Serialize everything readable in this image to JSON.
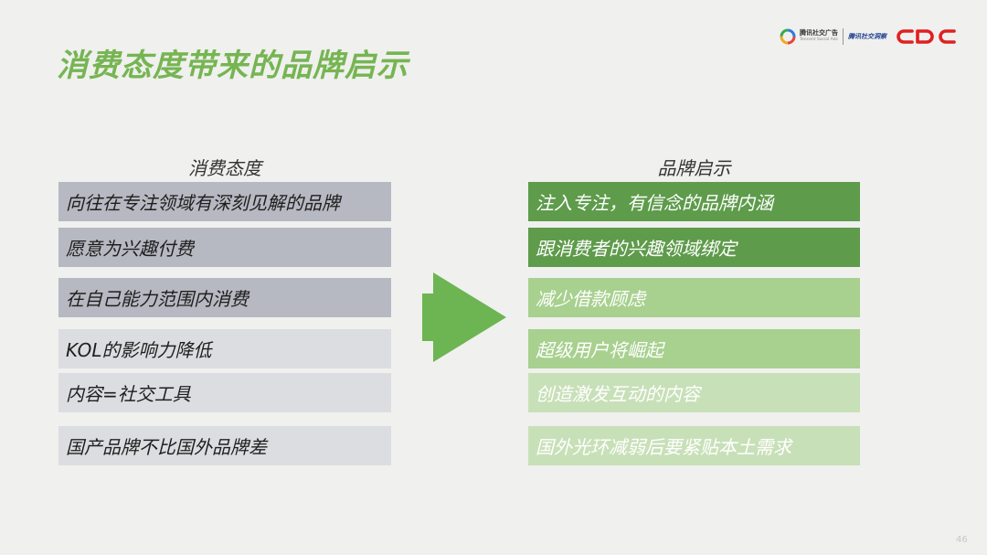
{
  "slide": {
    "title": "消费态度带来的品牌启示",
    "page_number": "46"
  },
  "logos": {
    "tencent_ads_cn": "腾讯社交广告",
    "tencent_ads_en": "Tencent Social Ads",
    "tencent_insight": "腾讯社交洞察",
    "cdc": "CDC",
    "colors": {
      "cdc_red": "#e02020",
      "insight_blue": "#1d3f8f"
    }
  },
  "left_column": {
    "header": "消费态度",
    "items": [
      "向往在专注领域有深刻见解的品牌",
      "愿意为兴趣付费",
      "在自己能力范围内消费",
      "KOL的影响力降低",
      "内容=社交工具",
      "国产品牌不比国外品牌差"
    ]
  },
  "right_column": {
    "header": "品牌启示",
    "items": [
      "注入专注，有信念的品牌内涵",
      "跟消费者的兴趣领域绑定",
      "减少借款顾虑",
      "超级用户将崛起",
      "创造激发互动的内容",
      "国外光环减弱后要紧贴本土需求"
    ]
  },
  "colors": {
    "background": "#f0f0ef",
    "title_green": "#76b552",
    "dark_green": "#5e9b4b",
    "mid_green": "#a8d08f",
    "light_green": "#c8e0b8",
    "dark_gray": "#b6b9c1",
    "light_gray": "#dcdde0",
    "arrow_green": "#6cb552"
  },
  "icons": [
    "tencent-ads-logo-icon",
    "cdc-logo-icon",
    "right-arrow-icon"
  ]
}
